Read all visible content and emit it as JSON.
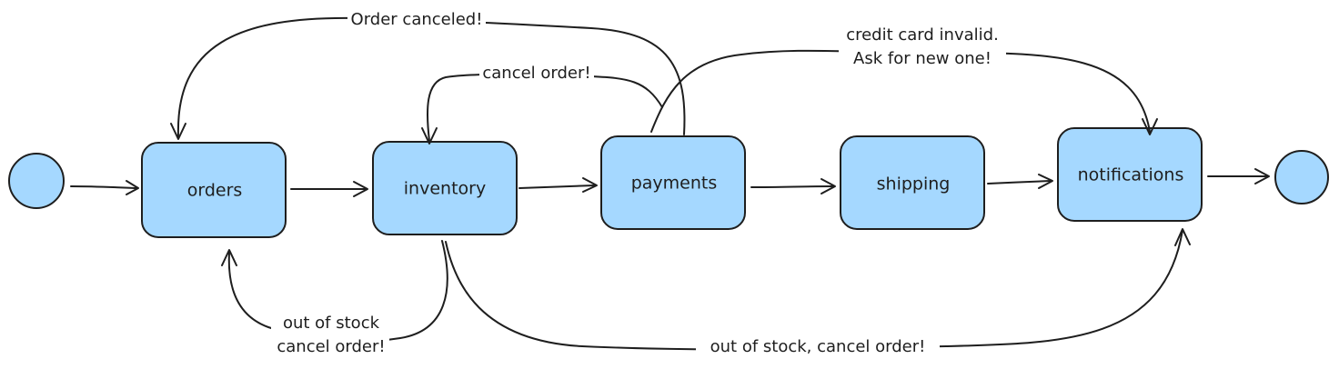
{
  "colors": {
    "node_fill": "#a5d8ff",
    "stroke": "#1e1e1e",
    "background": "#ffffff"
  },
  "nodes": {
    "orders": "orders",
    "inventory": "inventory",
    "payments": "payments",
    "shipping": "shipping",
    "notifications": "notifications"
  },
  "edge_labels": {
    "order_canceled": "Order canceled!",
    "cancel_order_inventory": "cancel order!",
    "credit_card_line1": "credit card invalid.",
    "credit_card_line2": "Ask for new one!",
    "out_of_stock_line1": "out of stock",
    "out_of_stock_line2": "cancel order!",
    "out_of_stock_notify": "out of stock, cancel order!"
  }
}
